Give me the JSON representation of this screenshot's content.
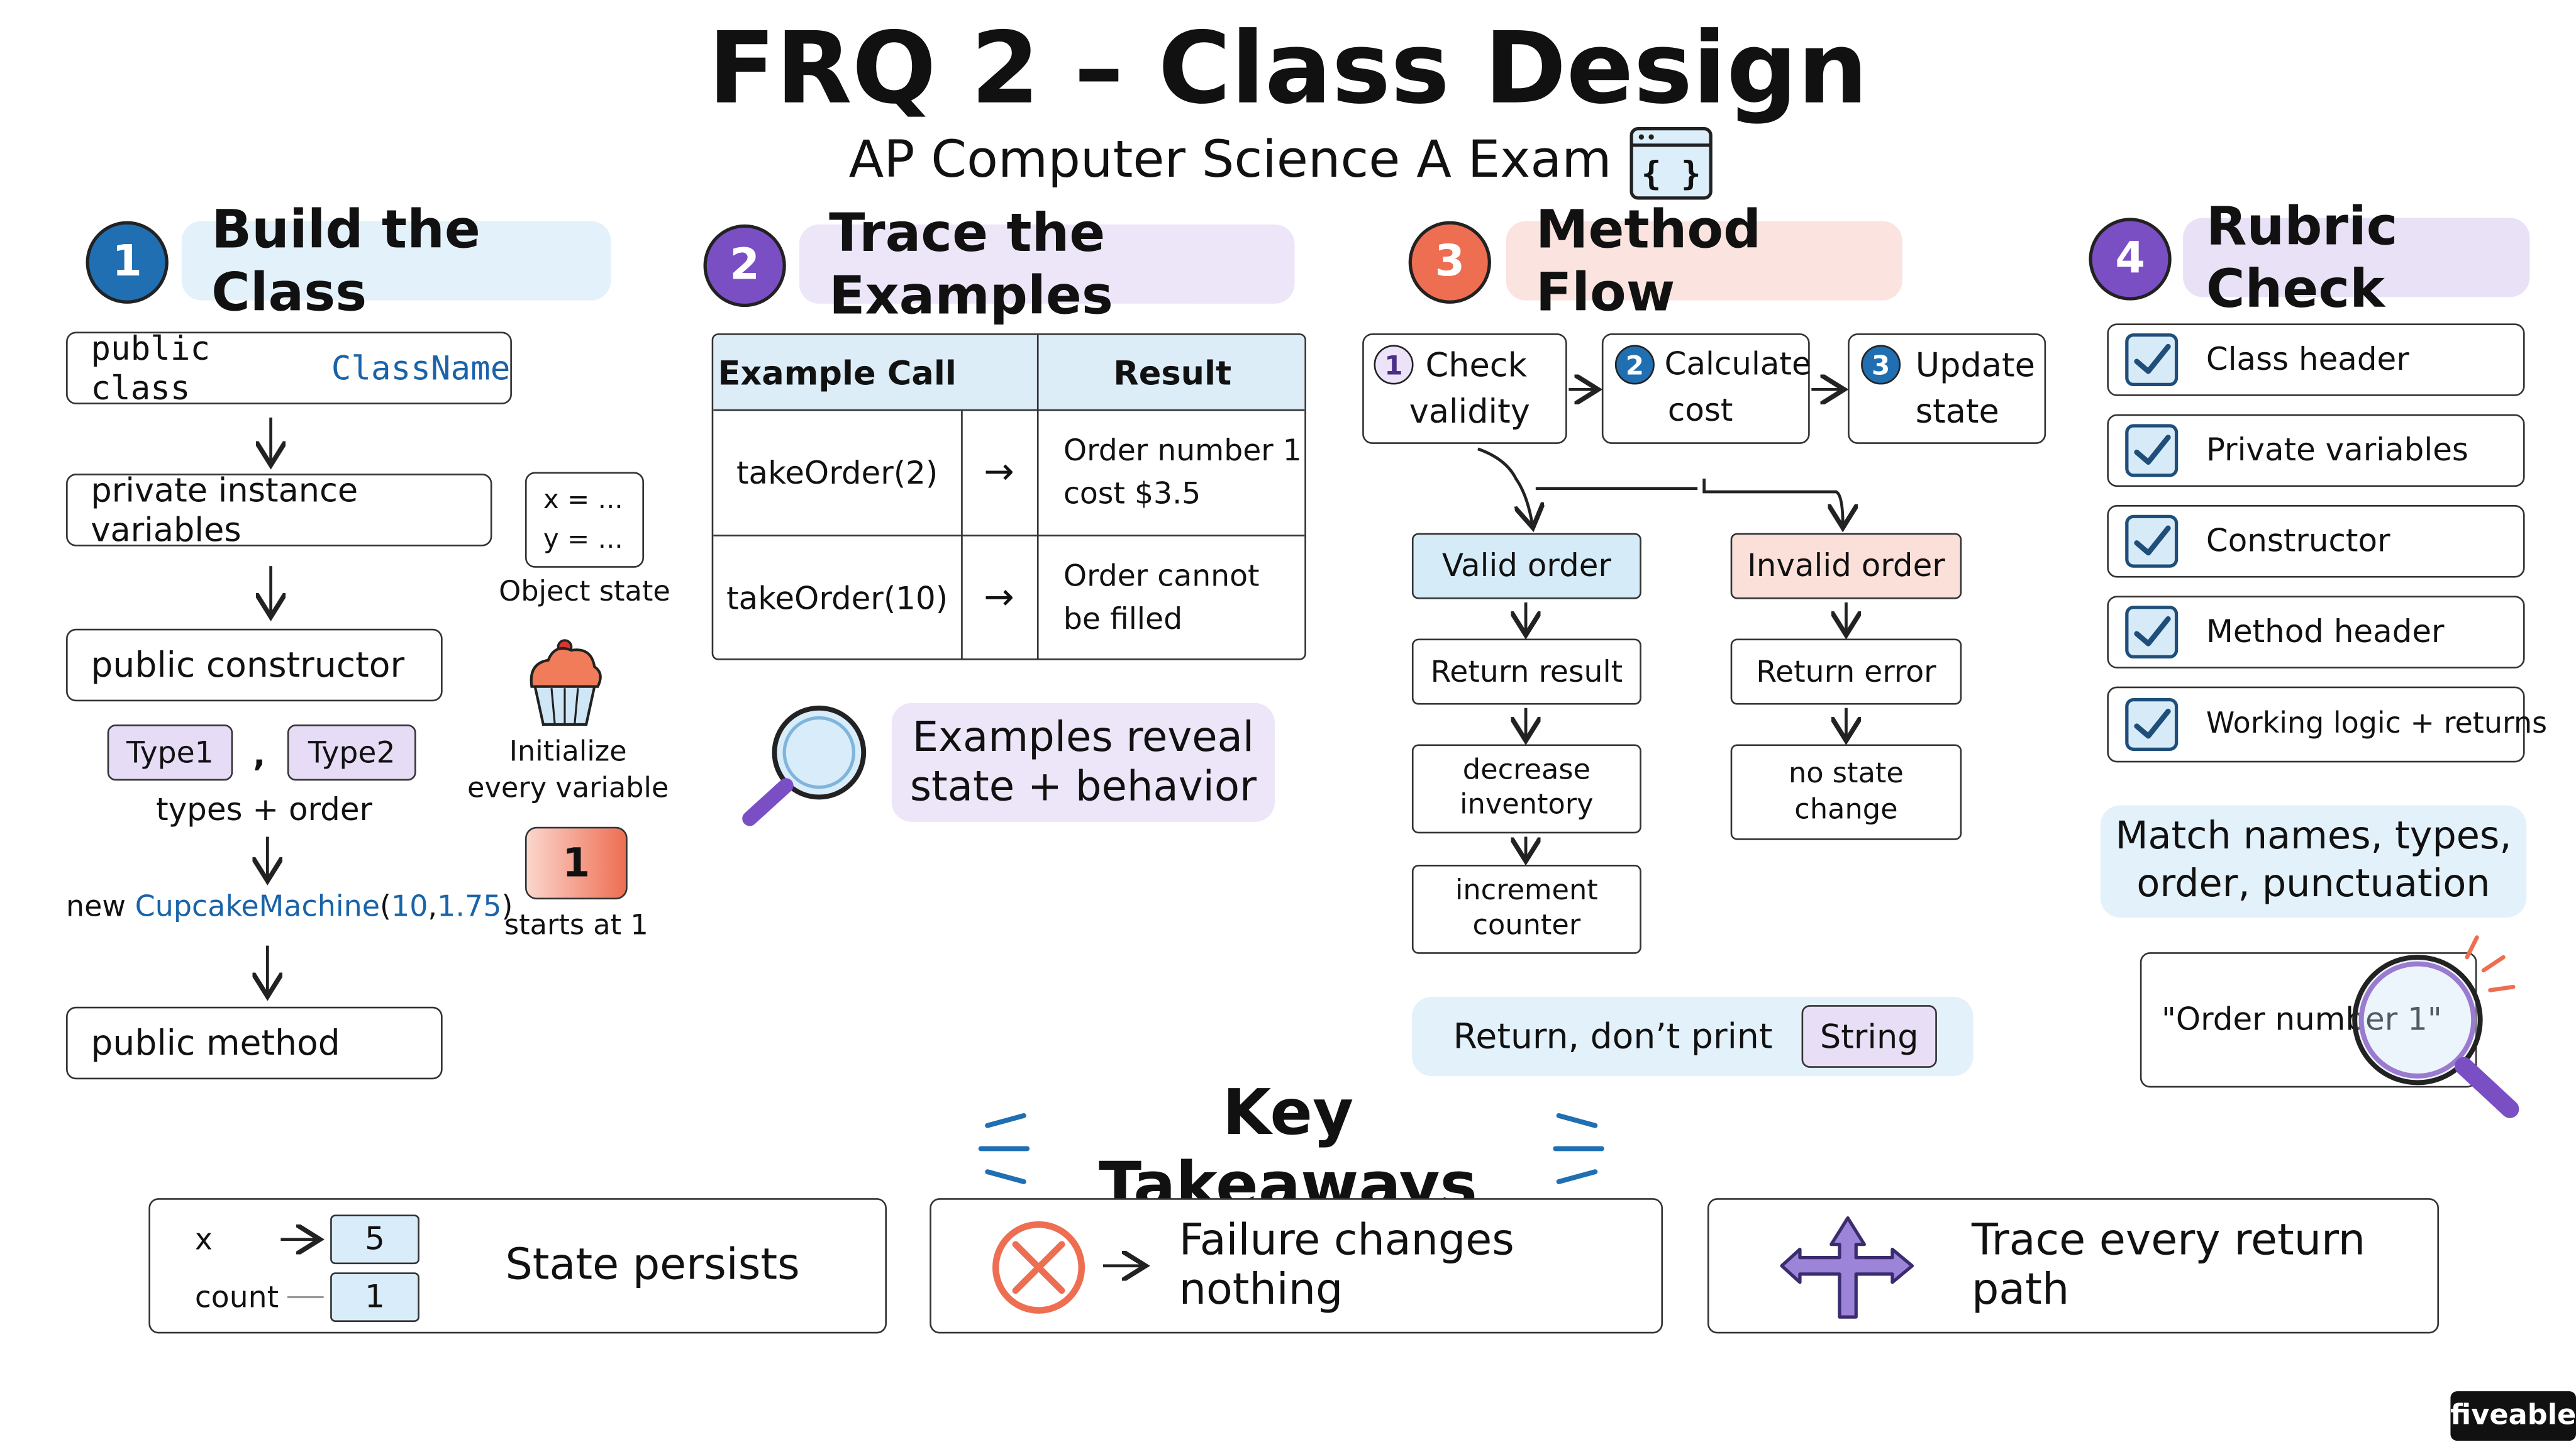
{
  "title": "FRQ 2 – Class Design",
  "subtitle": "AP Computer Science A Exam",
  "title_icon": "code-braces-icon",
  "colors": {
    "blue": "#1f6fb2",
    "purple": "#7b4fc4",
    "red": "#ee6e52",
    "highlight_blue": "#e3f1fb",
    "highlight_purple": "#ede6f8",
    "highlight_red": "#fbe3df"
  },
  "sections": [
    {
      "number": "1",
      "title": "Build the Class"
    },
    {
      "number": "2",
      "title": "Trace the Examples"
    },
    {
      "number": "3",
      "title": "Method Flow"
    },
    {
      "number": "4",
      "title": "Rubric Check"
    }
  ],
  "build": {
    "class_decl_prefix": "public class",
    "class_decl_name": "ClassName",
    "instance_vars": "private instance variables",
    "constructor": "public constructor",
    "type1": "Type1",
    "comma": ",",
    "type2": "Type2",
    "types_order": "types + order",
    "new_prefix": "new",
    "new_class": "CupcakeMachine",
    "new_open": "(",
    "new_arg1": "10",
    "new_sep": ", ",
    "new_arg2": "1.75",
    "new_close": ")",
    "method": "public method",
    "object_state_x": "x = ...",
    "object_state_y": "y = ...",
    "object_state_label": "Object state",
    "init_label_1": "Initialize",
    "init_label_2": "every variable",
    "counter_value": "1",
    "starts_label": "starts at 1"
  },
  "trace": {
    "headers": [
      "Example Call",
      "Result"
    ],
    "rows": [
      {
        "call": "takeOrder(2)",
        "result_1": "Order number 1",
        "result_2": "cost $3.5"
      },
      {
        "call": "takeOrder(10)",
        "result_1": "Order cannot",
        "result_2": "be filled"
      }
    ],
    "arrow": "→",
    "note_1": "Examples reveal",
    "note_2": "state + behavior"
  },
  "flow": {
    "steps": [
      {
        "n": "1",
        "line1": "Check",
        "line2": "validity"
      },
      {
        "n": "2",
        "line1": "Calculate",
        "line2": "cost"
      },
      {
        "n": "3",
        "line1": "Update",
        "line2": "state"
      }
    ],
    "valid": "Valid order",
    "invalid": "Invalid order",
    "valid_steps": [
      {
        "line1": "Return result",
        "line2": ""
      },
      {
        "line1": "decrease",
        "line2": "inventory"
      },
      {
        "line1": "increment",
        "line2": "counter"
      }
    ],
    "invalid_steps": [
      {
        "line1": "Return error",
        "line2": ""
      },
      {
        "line1": "no state",
        "line2": "change"
      }
    ],
    "return_note": "Return, don’t print",
    "return_type": "String"
  },
  "rubric": {
    "items": [
      "Class header",
      "Private variables",
      "Constructor",
      "Method header",
      "Working logic + returns"
    ],
    "match_1": "Match names, types,",
    "match_2": "order, punctuation",
    "sample": "\"Order number 1\""
  },
  "takeaways": {
    "title": "Key Takeaways",
    "state": {
      "x_label": "x",
      "x_value": "5",
      "count_label": "count",
      "count_value": "1",
      "text": "State persists"
    },
    "failure": {
      "text": "Failure changes nothing"
    },
    "paths": {
      "text": "Trace every return path"
    }
  },
  "brand": "fiveable"
}
